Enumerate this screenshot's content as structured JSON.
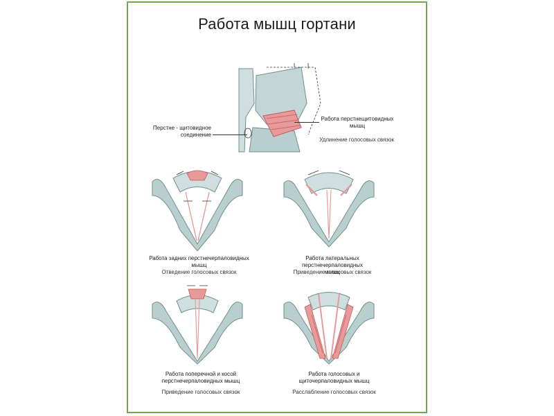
{
  "poster": {
    "title": "Работа мышц гортани",
    "colors": {
      "frame": "#6ea84f",
      "cartilage": "#b9cfcf",
      "cartilage_dark": "#6f8e8e",
      "muscle": "#e89a9a",
      "muscle_dark": "#c45a5a"
    }
  },
  "top_figure": {
    "left_label": "Перстне - щитовидное соединение",
    "right_label": "Работа перстнещитовидных мышц",
    "right_sub": "Удлинение голосовых связок"
  },
  "panels": [
    {
      "caption": "Работа задних перстнечерпаловидных мышц",
      "sub": "Отведение голосовых связок"
    },
    {
      "caption": "Работа латеральных перстнечерпаловидных мышц",
      "sub": "Приведение голосовых связок"
    },
    {
      "caption": "Работа поперечной и косой перстнечерпаловидных мышц",
      "sub": "Приведение голосовых связок"
    },
    {
      "caption": "Работа голосовых и щиточерпаловидных мышц",
      "sub": "Расслабление голосовых связок"
    }
  ]
}
